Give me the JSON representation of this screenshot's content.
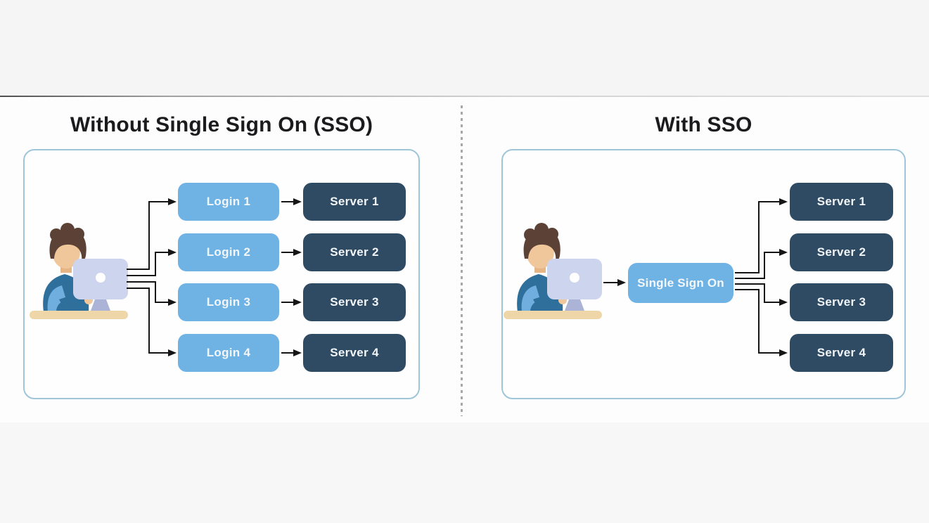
{
  "diagram": {
    "without_sso": {
      "title": "Without Single Sign On (SSO)",
      "logins": [
        "Login 1",
        "Login 2",
        "Login 3",
        "Login 4"
      ],
      "servers": [
        "Server 1",
        "Server 2",
        "Server 3",
        "Server 4"
      ]
    },
    "with_sso": {
      "title": "With SSO",
      "sso_box": "Single Sign On",
      "servers": [
        "Server 1",
        "Server 2",
        "Server 3",
        "Server 4"
      ]
    },
    "icons": {
      "left_user": "user-at-computer-icon",
      "right_user": "user-at-computer-icon"
    },
    "colors": {
      "login_box": "#6FB2E4",
      "server_box": "#2F4B63",
      "sso_box": "#6FB2E4",
      "panel_border": "#9EC5D8",
      "arrow": "#151515",
      "title_text": "#1B1B1D",
      "box_text": "#F2F6F9",
      "divider_dots": "#A8A8A8"
    }
  }
}
